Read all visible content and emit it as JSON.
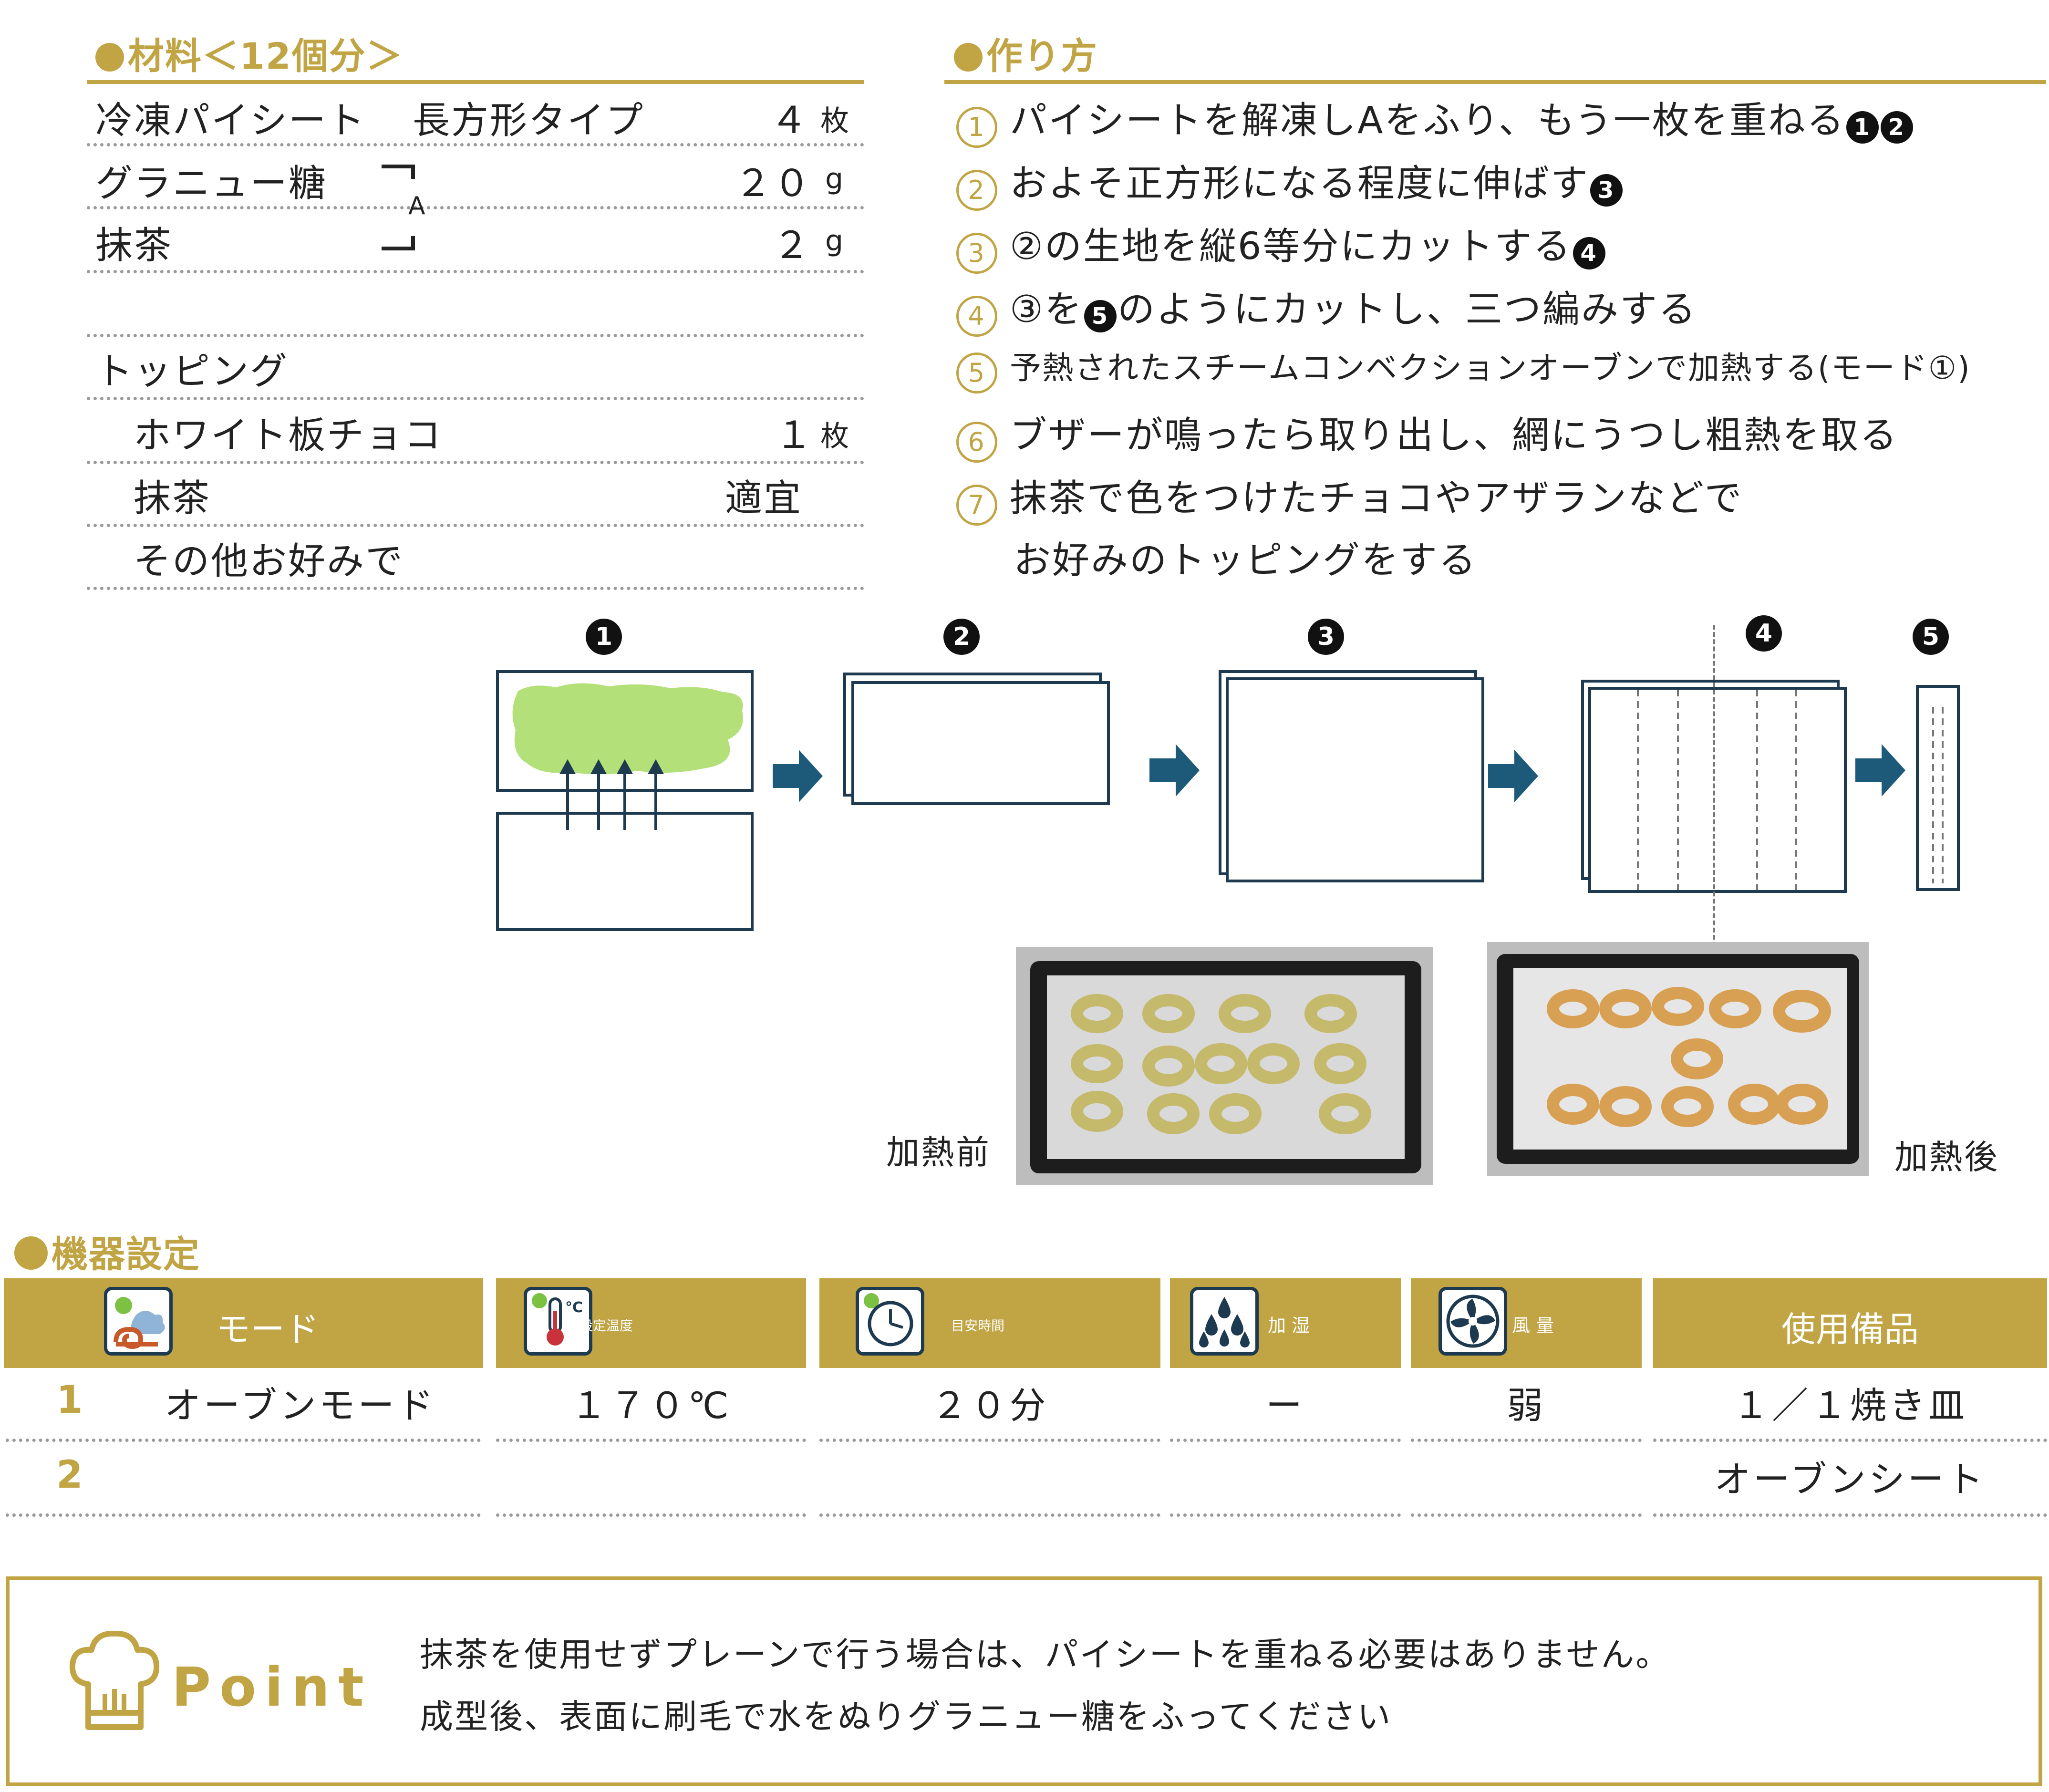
{
  "ingredients": {
    "title": "材料＜12個分＞",
    "rows": [
      {
        "name": "冷凍パイシート",
        "note": "長方形タイプ",
        "qty": "４",
        "unit": "枚"
      },
      {
        "name": "グラニュー糖",
        "qty": "２０",
        "unit": "g"
      },
      {
        "name": "抹茶",
        "qty": "２",
        "unit": "g"
      }
    ],
    "group_label": "A",
    "topping_title": "トッピング",
    "toppings": [
      {
        "name": "ホワイト板チョコ",
        "qty": "１",
        "unit": "枚"
      },
      {
        "name": "抹茶",
        "qty": "適宜"
      },
      {
        "name": "その他お好みで"
      }
    ]
  },
  "method": {
    "title": "作り方",
    "steps": [
      {
        "num": "1",
        "text": "パイシートを解凍しAをふり、もう一枚を重ねる",
        "refs": [
          "1",
          "2"
        ]
      },
      {
        "num": "2",
        "text": "およそ正方形になる程度に伸ばす",
        "refs": [
          "3"
        ]
      },
      {
        "num": "3",
        "text_pre": "②の生地を縦6等分にカットする",
        "refs": [
          "4"
        ]
      },
      {
        "num": "4",
        "text_pre": "③を",
        "ref": "5",
        "text_post": "のようにカットし、三つ編みする"
      },
      {
        "num": "5",
        "text": "予熱されたスチームコンベクションオーブンで加熱する(モード①)"
      },
      {
        "num": "6",
        "text": "ブザーが鳴ったら取り出し、網にうつし粗熱を取る"
      },
      {
        "num": "7",
        "text": "抹茶で色をつけたチョコやアザランなどで",
        "text2": "お好みのトッピングをする"
      }
    ]
  },
  "diagram": {
    "labels": [
      "1",
      "2",
      "3",
      "4",
      "5"
    ],
    "photo_before": "加熱前",
    "photo_after": "加熱後"
  },
  "equipment": {
    "title": "機器設定",
    "headers": {
      "mode": "モード",
      "temp": "設定温度",
      "time": "目安時間",
      "humidity": "加 湿",
      "fan": "風 量",
      "items": "使用備品"
    },
    "rows": [
      {
        "num": "1",
        "mode": "オーブンモード",
        "temp": "１７０℃",
        "time": "２０分",
        "humidity": "ー",
        "fan": "弱",
        "items": "１／１焼き皿"
      },
      {
        "num": "2",
        "mode": "",
        "temp": "",
        "time": "",
        "humidity": "",
        "fan": "",
        "items": "オーブンシート"
      }
    ]
  },
  "point": {
    "label": "Point",
    "lines": [
      "抹茶を使用せずプレーンで行う場合は、パイシートを重ねる必要はありません。",
      "成型後、表面に刷毛で水をぬりグラニュー糖をふってください"
    ]
  },
  "colors": {
    "gold": "#c1a443",
    "navy": "#1d3a50",
    "matcha": "#b4e07a"
  }
}
